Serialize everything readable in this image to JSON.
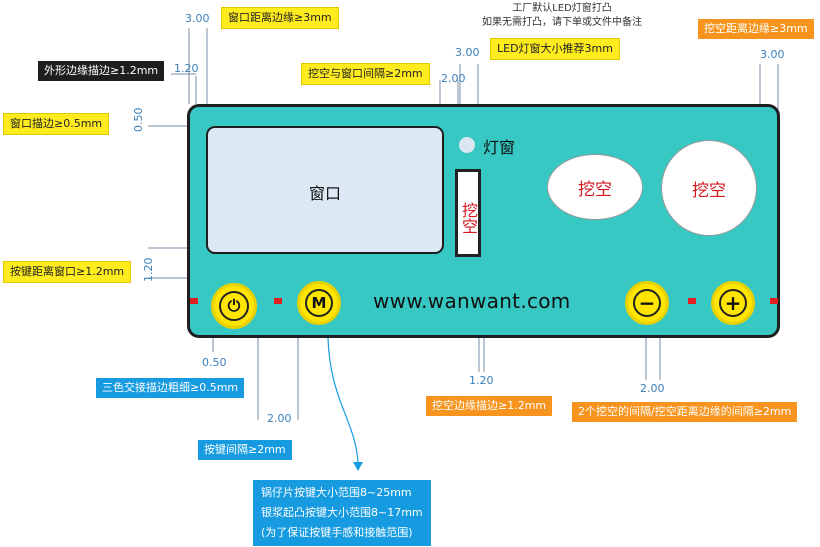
{
  "panel": {
    "window_label": "窗口",
    "led_label": "灯窗",
    "cutout_vertical": "挖空",
    "cutout_oval": "挖空",
    "cutout_circle": "挖空",
    "website": "www.wanwant.com",
    "key_power_symbol": "⏻",
    "key_m": "M",
    "key_minus": "−",
    "key_plus": "+"
  },
  "dimensions": {
    "d300_left": "3.00",
    "d120_left": "1.20",
    "d050_left": "0.50",
    "d120_key": "1.20",
    "d050_bottom": "0.50",
    "d200_bottom": "2.00",
    "d300_led": "3.00",
    "d200_top": "2.00",
    "d120_cut": "1.20",
    "d200_cut": "2.00",
    "d300_right": "3.00"
  },
  "labels": {
    "window_to_edge": "窗口距离边缘≥3mm",
    "outline_stroke": "外形边缘描边≥1.2mm",
    "window_stroke": "窗口描边≥0.5mm",
    "cut_window_gap": "挖空与窗口间隔≥2mm",
    "led_size": "LED灯窗大小推荐3mm",
    "led_note_line1": "工厂默认LED灯窗打凸",
    "led_note_line2": "如果无需打凸，请下单或文件中备注",
    "cut_to_edge": "挖空距离边缘≥3mm",
    "key_to_window": "按键距离窗口≥1.2mm",
    "tricolor_stroke": "三色交接描边粗细≥0.5mm",
    "key_gap": "按键间隔≥2mm",
    "cut_edge_stroke": "挖空边缘描边≥1.2mm",
    "cut_gap": "2个挖空的间隔/挖空距离边缘的间隔≥2mm",
    "key_size_line1": "锅仔片按键大小范围8~25mm",
    "key_size_line2": "银浆起凸按键大小范围8~17mm",
    "key_size_line3": "(为了保证按键手感和接触范围)"
  },
  "colors": {
    "panel": "#37c8c4",
    "yellow_label": "#ffec1f",
    "blue_label": "#169be0",
    "orange_label": "#f7941d",
    "cutout_text": "#d3171d",
    "dimension_text": "#3b7fb8"
  }
}
